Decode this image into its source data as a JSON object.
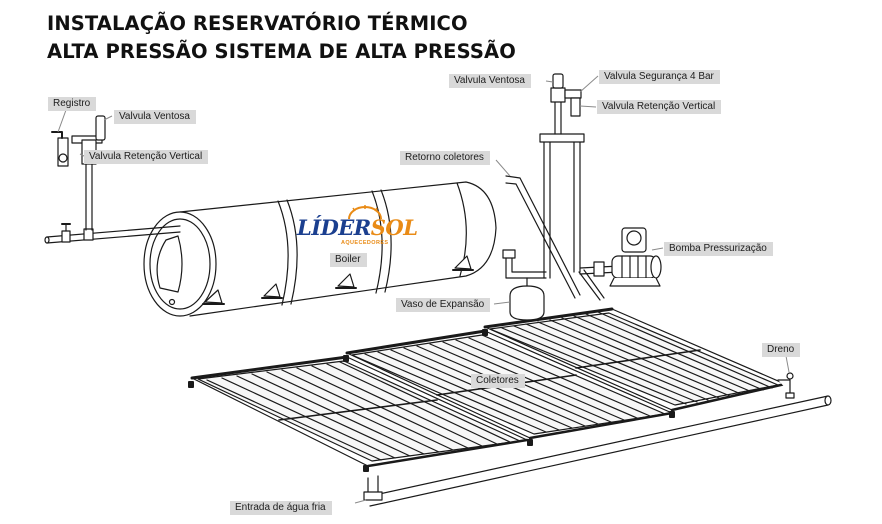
{
  "title": {
    "line1": "INSTALAÇÃO RESERVATÓRIO TÉRMICO",
    "line2": "ALTA PRESSÃO SISTEMA DE ALTA PRESSÃO"
  },
  "labels": {
    "registro": "Registro",
    "valvula_ventosa_left": "Valvula Ventosa",
    "valvula_retencao_left": "Valvula Retenção Vertical",
    "valvula_ventosa_right": "Valvula Ventosa",
    "valvula_seguranca": "Valvula Segurança 4 Bar",
    "valvula_retencao_right": "Valvula Retenção Vertical",
    "retorno_coletores": "Retorno coletores",
    "boiler": "Boiler",
    "bomba": "Bomba Pressurização",
    "vaso": "Vaso de Expansão",
    "dreno": "Dreno",
    "coletores": "Coletores",
    "entrada": "Entrada de água fria"
  },
  "logo": {
    "name_part1": "LÍDER",
    "name_part2": "SOL",
    "tagline": "AQUECEDORES"
  },
  "colors": {
    "line": "#1a1a1a",
    "label_bg": "#d9d9d9",
    "logo_blue": "#1b3f8f",
    "logo_orange": "#e98b16"
  }
}
